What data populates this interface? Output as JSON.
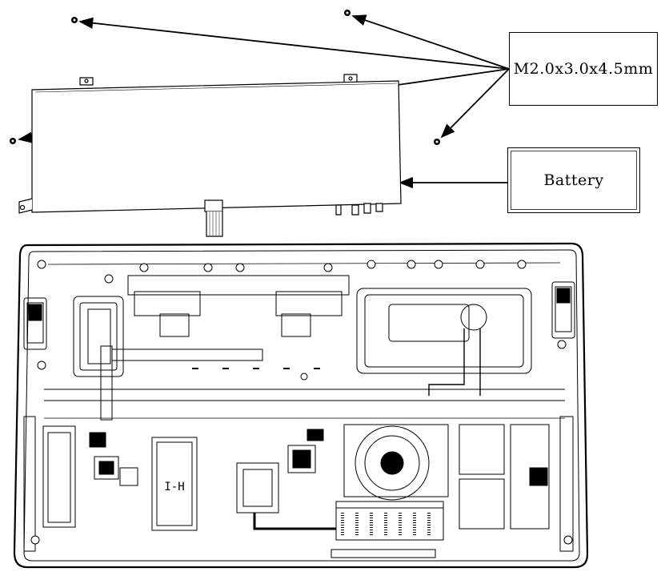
{
  "callouts": {
    "screw_spec": "M2.0x3.0x4.5mm",
    "battery": "Battery"
  },
  "colors": {
    "line": "#000000",
    "background": "#ffffff"
  },
  "parts": {
    "screw_count": 4
  }
}
